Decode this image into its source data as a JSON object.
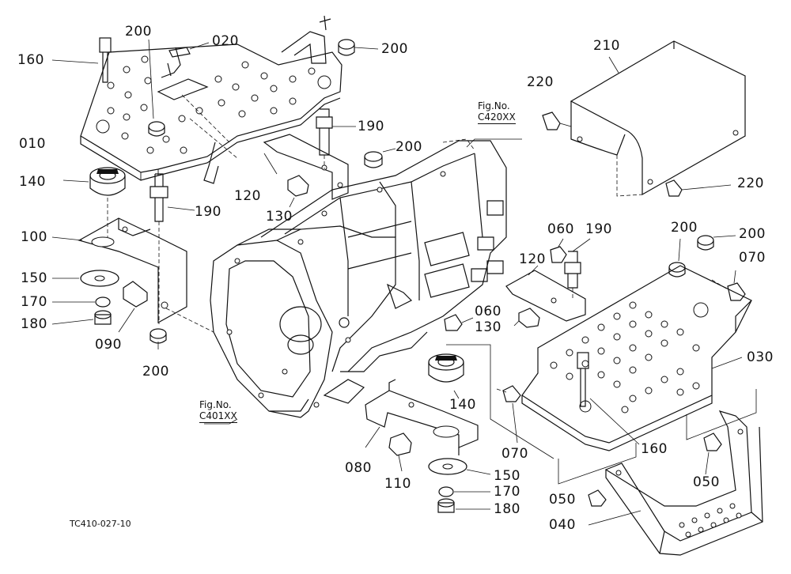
{
  "diagram": {
    "drawing_code": "TC410-027-10",
    "fig_refs": [
      {
        "label": "Fig.No.",
        "code": "C420XX"
      },
      {
        "label": "Fig.No.",
        "code": "C401XX"
      }
    ],
    "parts": [
      "010",
      "020",
      "030",
      "040",
      "050",
      "050",
      "060",
      "060",
      "070",
      "070",
      "080",
      "090",
      "100",
      "110",
      "120",
      "120",
      "130",
      "130",
      "140",
      "140",
      "150",
      "150",
      "160",
      "160",
      "170",
      "170",
      "180",
      "180",
      "190",
      "190",
      "190",
      "200",
      "200",
      "200",
      "200",
      "200",
      "200",
      "210",
      "220",
      "220"
    ]
  }
}
